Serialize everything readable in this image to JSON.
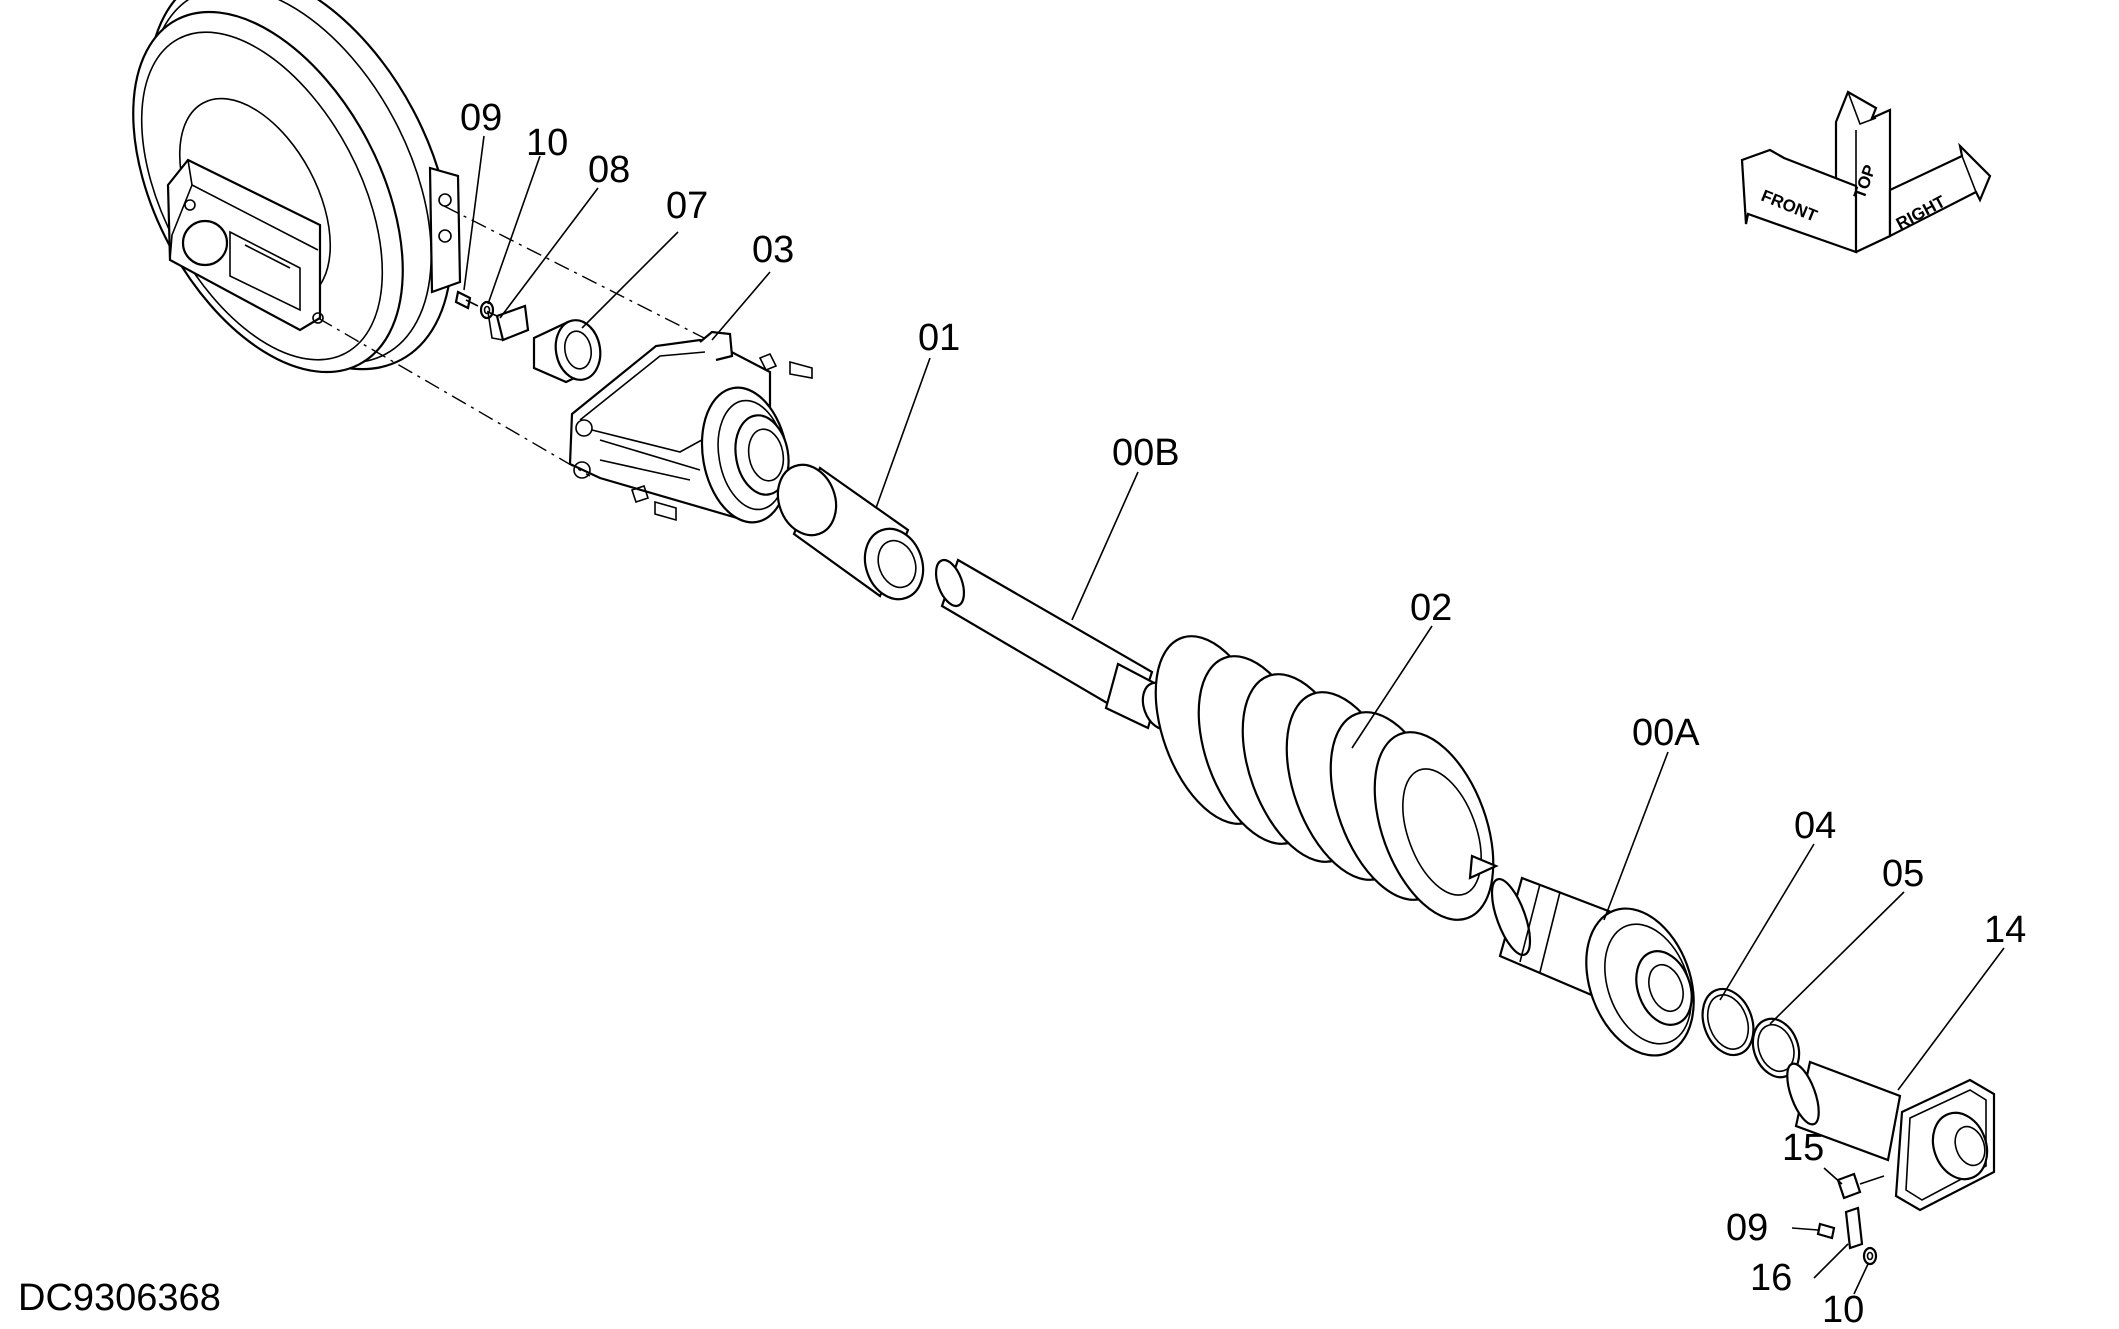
{
  "drawing_number": "DC9306368",
  "orientation": {
    "front": "FRONT",
    "top": "TOP",
    "right": "RIGHT"
  },
  "callouts": {
    "c09a": "09",
    "c10a": "10",
    "c08": "08",
    "c07": "07",
    "c03": "03",
    "c01": "01",
    "c00B": "00B",
    "c02": "02",
    "c00A": "00A",
    "c04": "04",
    "c05": "05",
    "c14": "14",
    "c15": "15",
    "c09b": "09",
    "c16": "16",
    "c10b": "10"
  }
}
